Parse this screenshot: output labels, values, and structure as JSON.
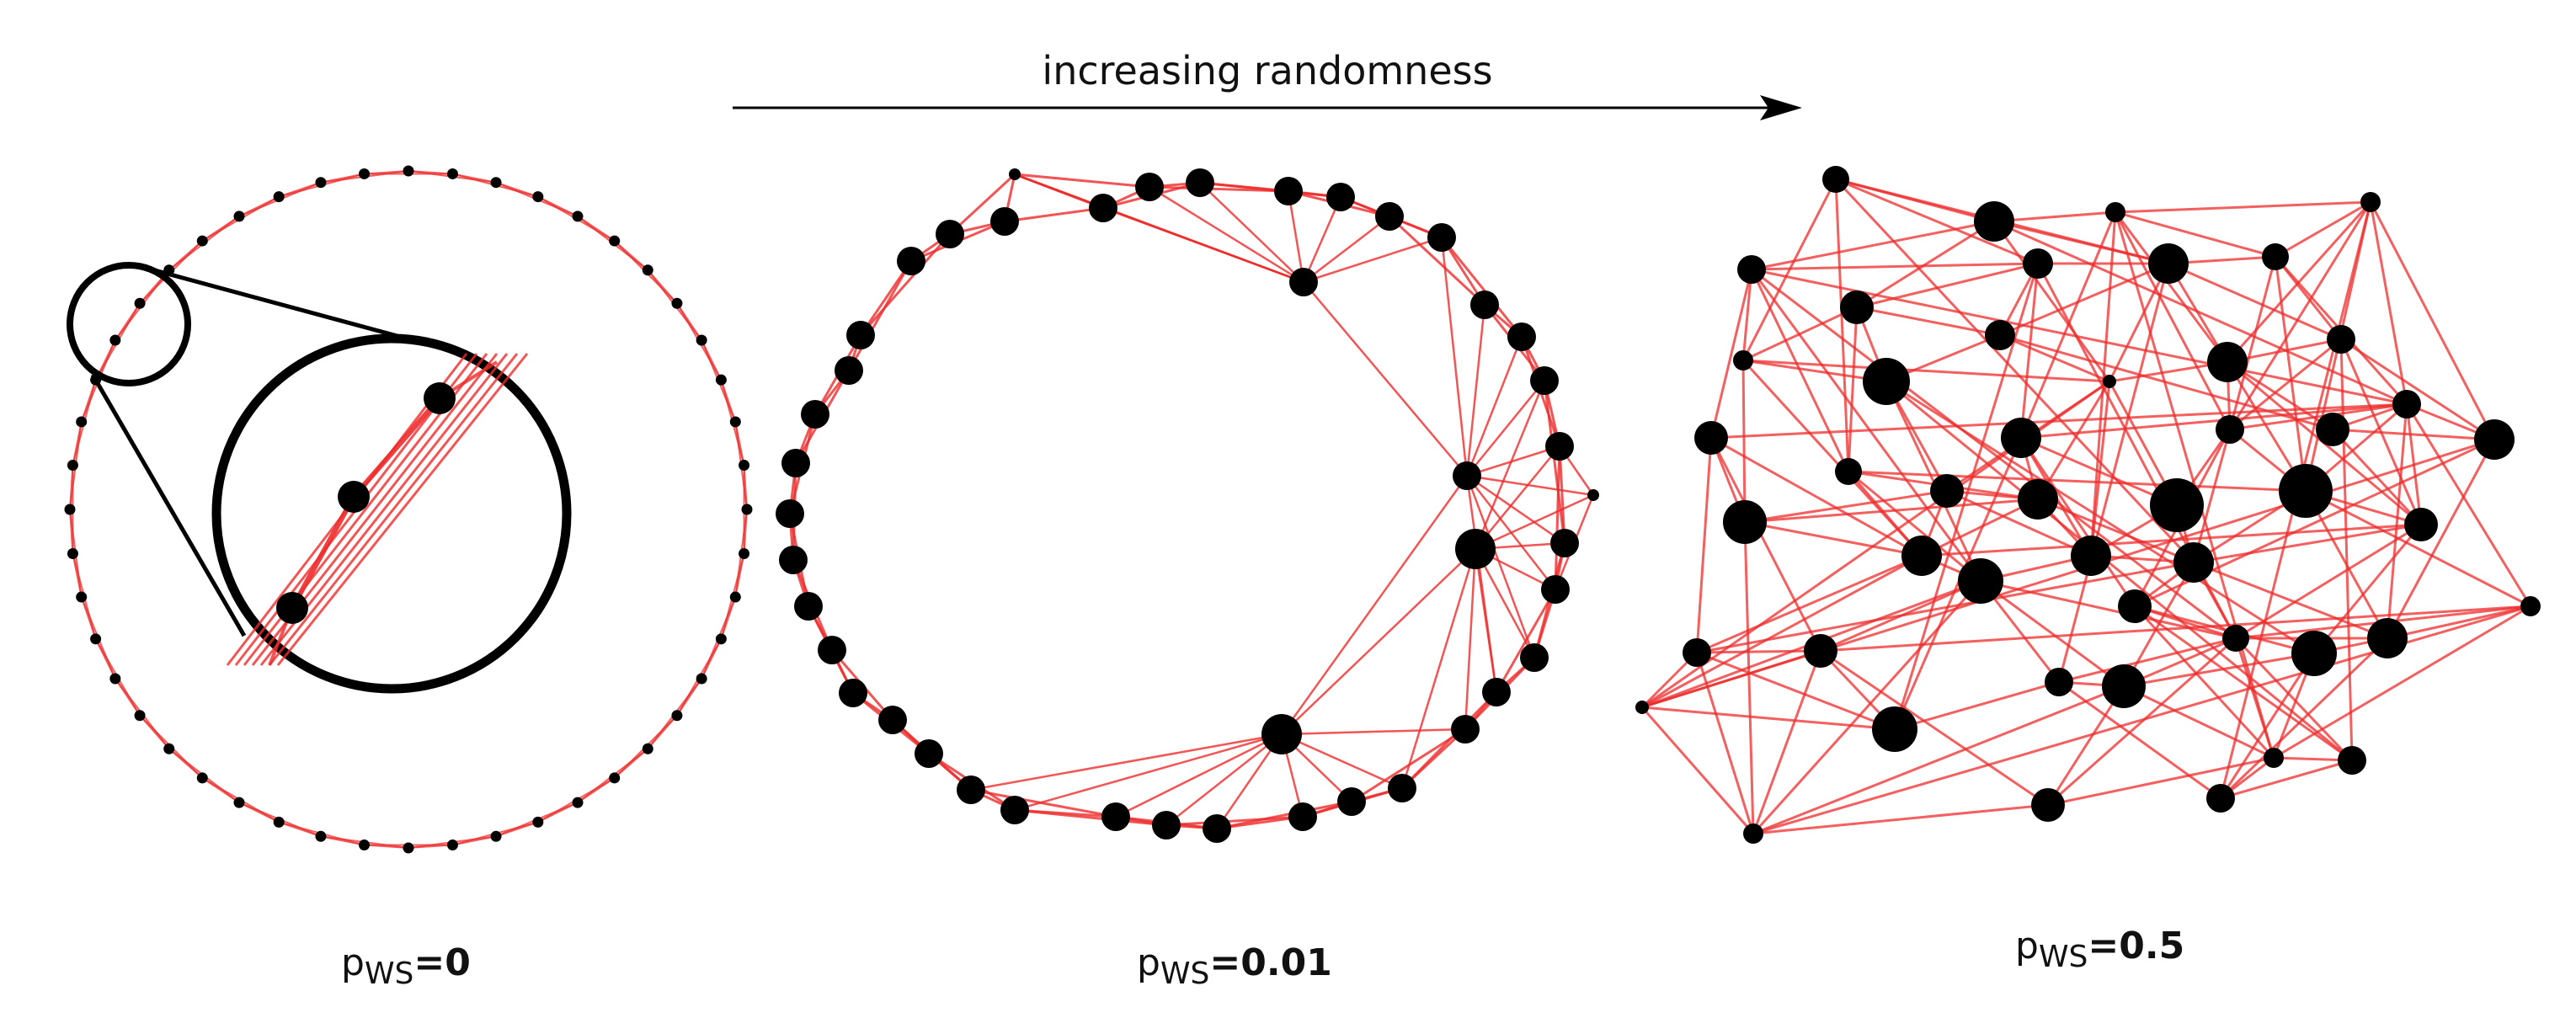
{
  "header": {
    "text": "increasing randomness"
  },
  "panels": [
    {
      "p": "p",
      "sub": "WS",
      "eq": "=",
      "value": "0"
    },
    {
      "p": "p",
      "sub": "WS",
      "eq": "=",
      "value": "0.01"
    },
    {
      "p": "p",
      "sub": "WS",
      "eq": "=",
      "value": "0.5"
    }
  ],
  "colors": {
    "edge": "#ee2b2b",
    "node": "#000000",
    "text": "#111111"
  }
}
